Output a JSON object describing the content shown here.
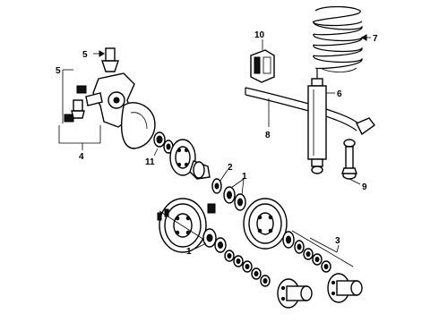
{
  "callouts": {
    "c1_top": "1",
    "c1_bottom": "1",
    "c2": "2",
    "c3": "3",
    "c4": "4",
    "c5_top": "5",
    "c5_left": "5",
    "c6": "6",
    "c7": "7",
    "c8": "8",
    "c9": "9",
    "c10": "10",
    "c11": "11"
  },
  "colors": {
    "ink": "#000000",
    "background": "#ffffff",
    "shade": "#9a9a9a"
  }
}
